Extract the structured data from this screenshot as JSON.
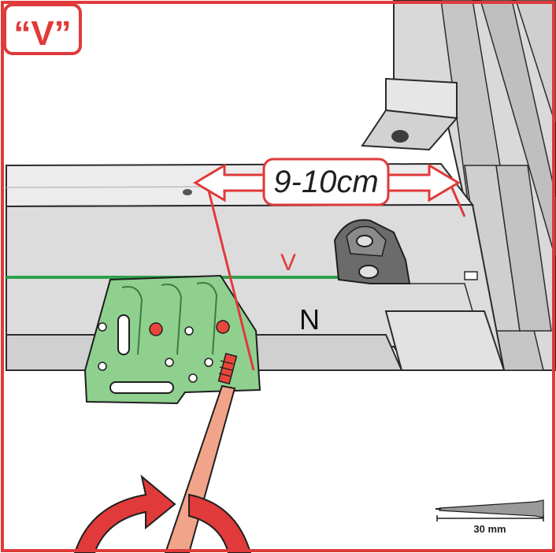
{
  "badge": {
    "label": "“V”"
  },
  "dimension": {
    "label": "9-10cm"
  },
  "markers": {
    "v_line": "V",
    "n_line": "N"
  },
  "screw_scale": {
    "label": "30 mm"
  },
  "colors": {
    "frame_red": "#e03a3a",
    "rail_green": "#2fa14c",
    "bracket_green": "#8fd08f",
    "screw_red": "#e8463c",
    "driver_shaft": "#f2a48a",
    "panel_gray": "#dcdcdc",
    "bracket_dark": "#5f5f5f"
  }
}
